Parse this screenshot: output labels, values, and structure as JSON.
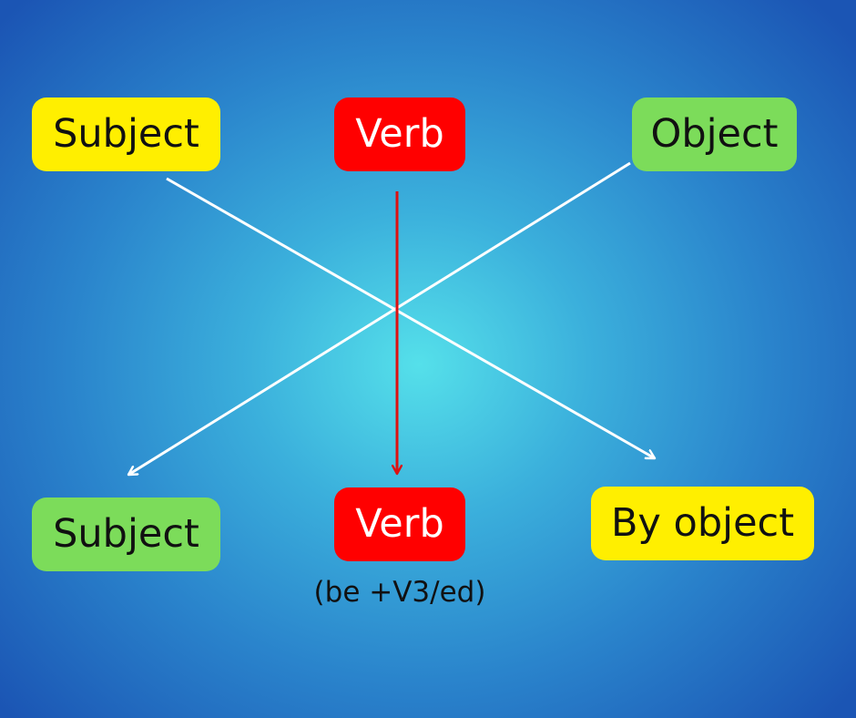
{
  "top_row": {
    "subject": "Subject",
    "verb": "Verb",
    "object": "Object"
  },
  "bottom_row": {
    "subject": "Subject",
    "verb": "Verb",
    "by_object": "By object",
    "verb_note": "(be +V3/ed)"
  },
  "colors": {
    "yellow_box": "#ffef00",
    "green_box": "#7cdc5a",
    "red_box": "#ff0000",
    "white_arrow": "#ffffff",
    "red_arrow": "#dd1111",
    "background_center": "#55e0ea",
    "background_edge": "#1b55b4"
  }
}
